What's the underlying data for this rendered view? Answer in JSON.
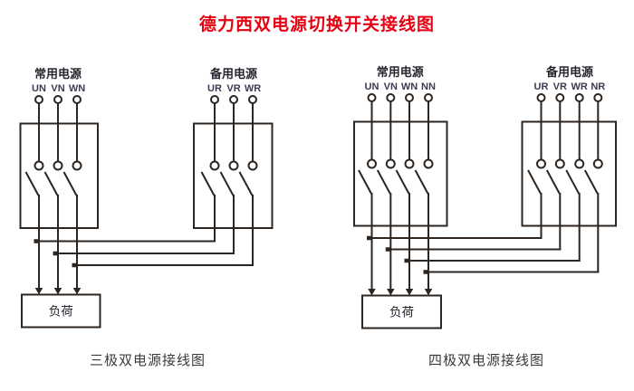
{
  "title": "德力西双电源切换开关接线图",
  "colors": {
    "background": "#ffffff",
    "title_red": "#e60012",
    "line": "#2d2520",
    "source_label": "#26262e",
    "terminal_label": "#3b3b52",
    "load_label": "#26262e",
    "caption": "#3a3a3a"
  },
  "diagrams": [
    {
      "id": "three-pole",
      "caption": "三极双电源接线图",
      "load_label": "负荷",
      "sources": [
        {
          "label": "常用电源",
          "terminals": [
            "UN",
            "VN",
            "WN"
          ]
        },
        {
          "label": "备用电源",
          "terminals": [
            "UR",
            "VR",
            "WR"
          ]
        }
      ]
    },
    {
      "id": "four-pole",
      "caption": "四极双电源接线图",
      "load_label": "负荷",
      "sources": [
        {
          "label": "常用电源",
          "terminals": [
            "UN",
            "VN",
            "WN",
            "NN"
          ]
        },
        {
          "label": "备用电源",
          "terminals": [
            "UR",
            "VR",
            "WR",
            "NR"
          ]
        }
      ]
    }
  ]
}
